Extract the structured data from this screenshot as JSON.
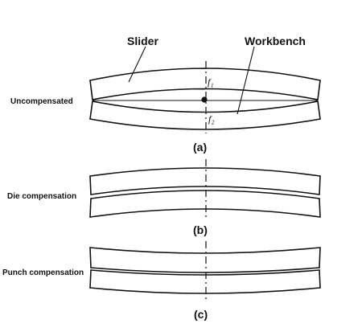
{
  "labels": {
    "slider": "Slider",
    "workbench": "Workbench",
    "uncompensated": "Uncompensated",
    "die_compensation": "Die compensation",
    "punch_compensation": "Punch compensation",
    "f1": "f₁",
    "f2": "f₂"
  },
  "captions": {
    "a": "(a)",
    "b": "(b)",
    "c": "(c)"
  }
}
